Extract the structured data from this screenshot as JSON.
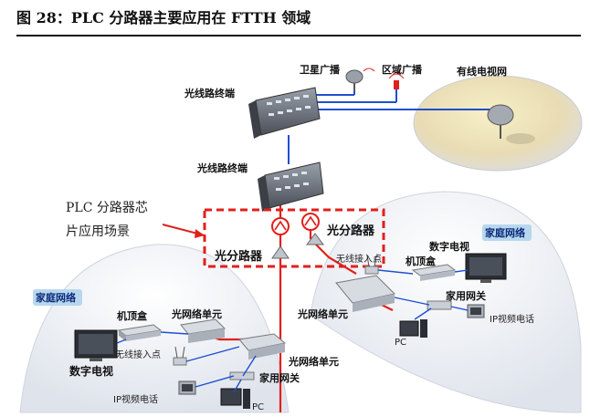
{
  "figure_title": "图 28：PLC 分路器主要应用在 FTTH 领域",
  "labels": {
    "satellite_broadcast": "卫星广播",
    "regional_broadcast": "区域广播",
    "cable_tv_network": "有线电视网",
    "olt_top": "光线路终端",
    "olt_middle": "光线路终端",
    "plc_scene_line1": "PLC 分路器芯",
    "plc_scene_line2": "片应用场景",
    "splitter_left": "光分路器",
    "splitter_right": "光分路器",
    "home_network_left": "家庭网络",
    "home_network_right": "家庭网络",
    "left_stb": "机顶盒",
    "left_onu": "光网络单元",
    "left_wifi": "无线接入点",
    "left_tv": "数字电视",
    "left_onu2": "光网络单元",
    "left_gateway": "家用网关",
    "left_ip_phone": "IP视频电话",
    "left_pc": "PC",
    "right_tv": "数字电视",
    "right_stb": "机顶盒",
    "right_wifi": "无线接入点",
    "right_onu": "光网络单元",
    "right_gateway": "家用网关",
    "right_ip_phone": "IP视频电话",
    "right_pc": "PC"
  },
  "colors": {
    "fiber_red": "#e0201c",
    "link_blue": "#1f4fd0",
    "dome_fill": "#eef1f6",
    "home_label_bg": "#b8d7ef"
  }
}
